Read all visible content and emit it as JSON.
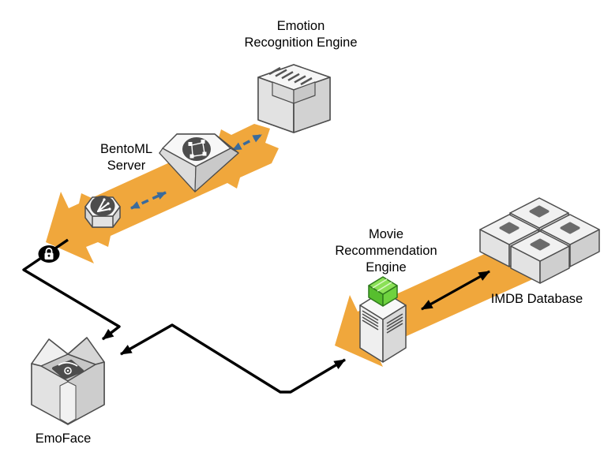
{
  "palette": {
    "flow_band": "#F0A73C",
    "dashed_arrow": "#3A6B9C",
    "connector": "#000000",
    "shape_fill": "#F2F2F2",
    "shape_stroke": "#4D4D4D",
    "package_green": "#7ED348"
  },
  "nodes": [
    {
      "id": "emotion-recognition-engine",
      "label": "Emotion\nRecognition Engine",
      "icon": "server-tower-icon"
    },
    {
      "id": "bentoml-server",
      "label": "BentoML\nServer",
      "icon": "hex-nut-icon"
    },
    {
      "id": "movie-recommendation-engine",
      "label": "Movie\nRecommendation\nEngine",
      "icon": "server-package-icon"
    },
    {
      "id": "imdb-database",
      "label": "IMDB Database",
      "icon": "cube-cluster-icon"
    },
    {
      "id": "emoface",
      "label": "EmoFace",
      "icon": "open-box-icon"
    }
  ],
  "connections": [
    {
      "from": "bentoml-server",
      "to": "emotion-recognition-engine",
      "style": "orange band with blue dashed double arrows"
    },
    {
      "from": "imdb-database",
      "to": "movie-recommendation-engine",
      "style": "orange band with black double arrow"
    },
    {
      "from": "bentoml-server",
      "to": "emoface",
      "style": "black elbow arrow with lock badge"
    },
    {
      "from": "emoface",
      "to": "movie-recommendation-engine",
      "style": "black elbow double arrow"
    }
  ]
}
